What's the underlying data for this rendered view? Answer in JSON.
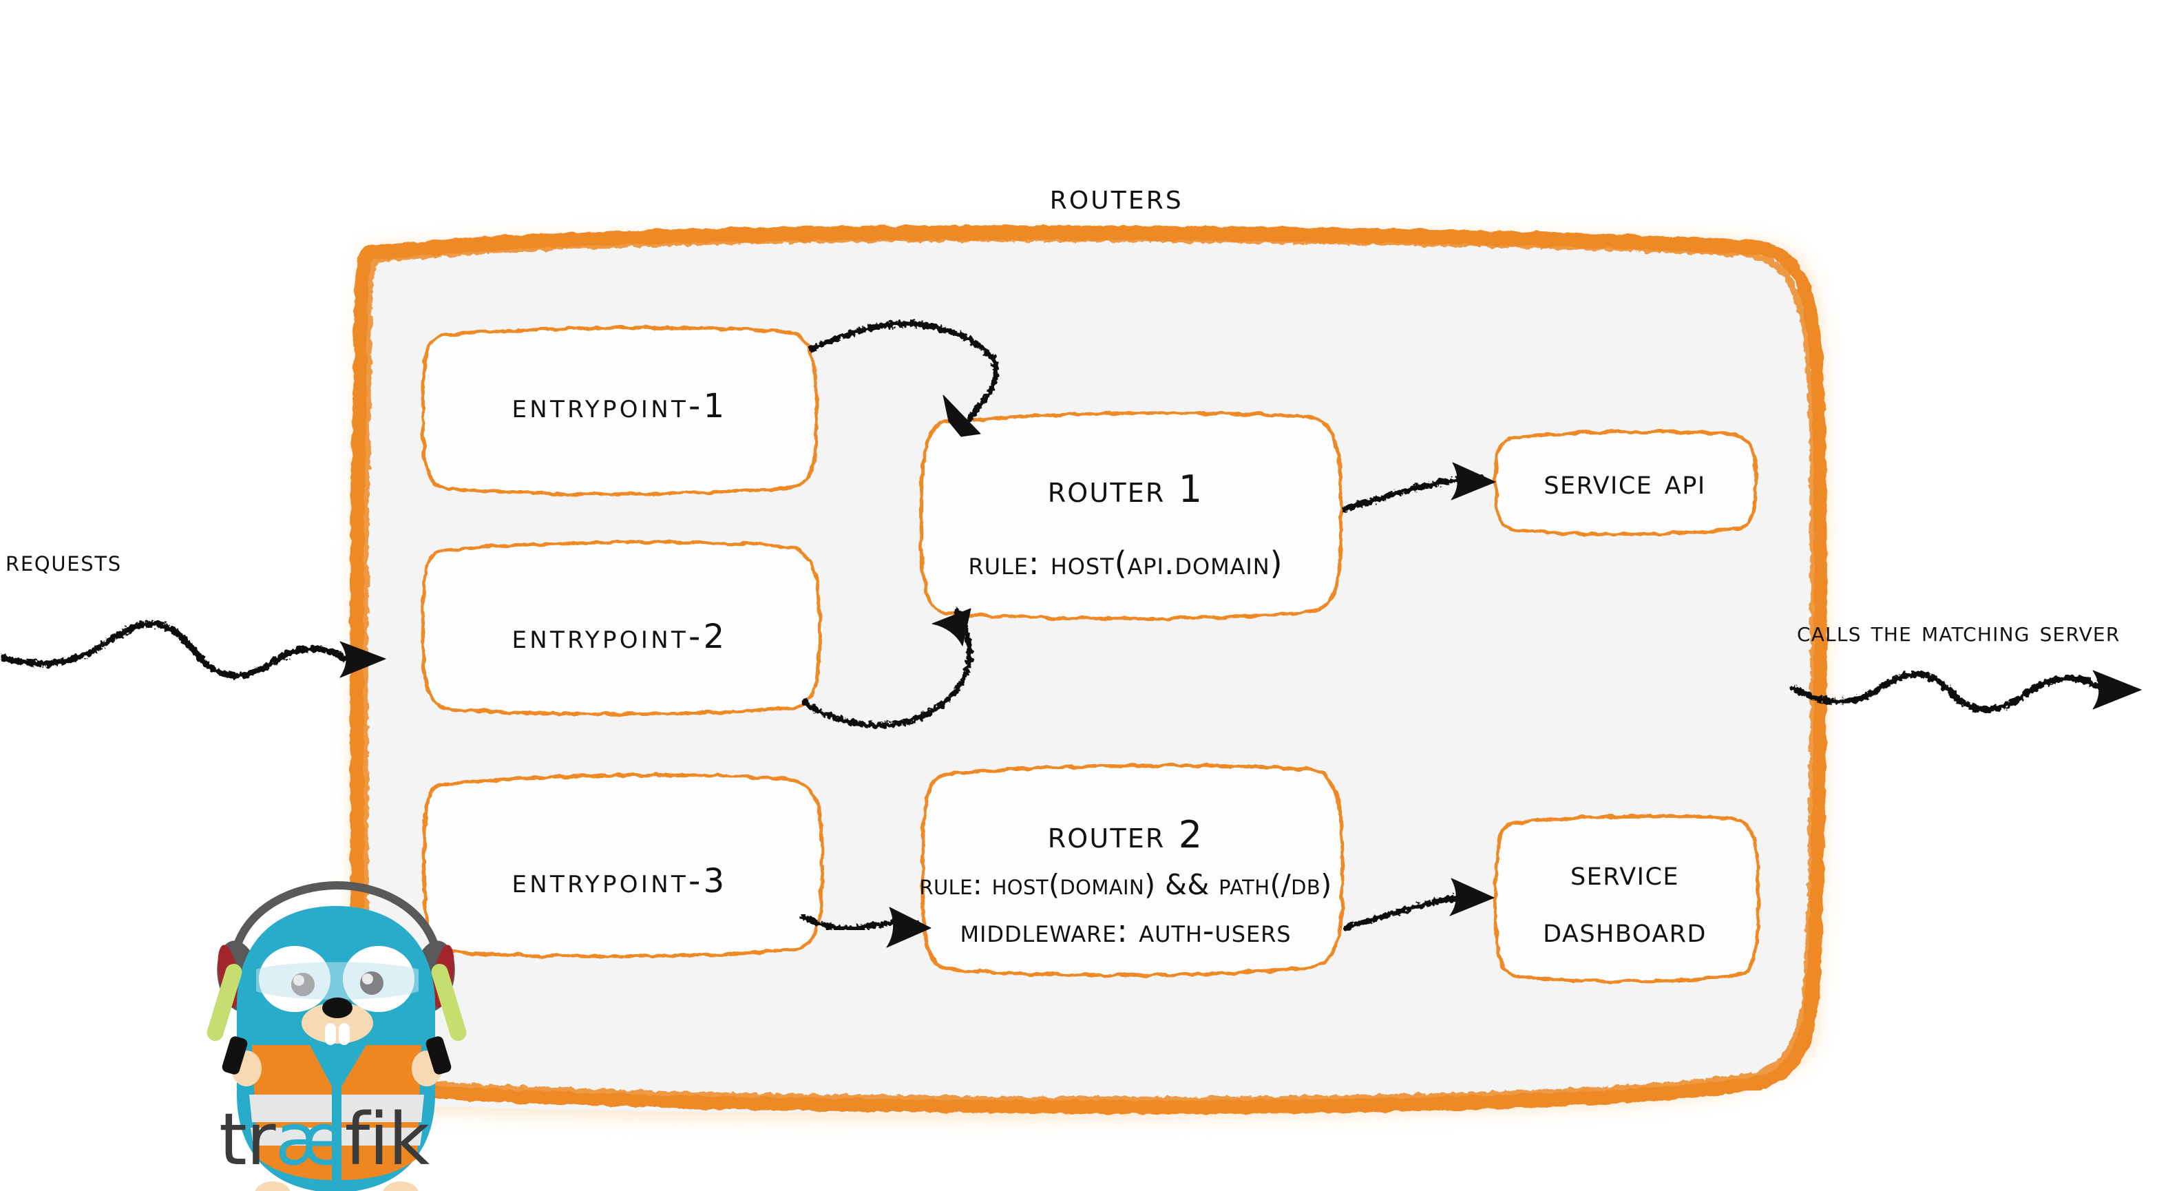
{
  "diagram": {
    "title": "Routers",
    "background_color": "#ffffff",
    "container": {
      "name": "routers-container",
      "fill": "#f4f4f4",
      "stroke": "#ee8a26"
    },
    "accent_color": "#ee8a26",
    "ink_color": "#111111"
  },
  "labels": {
    "requests": "Requests",
    "calls": "Calls the matching server"
  },
  "entrypoints": [
    {
      "id": "entrypoint-1",
      "label": "entrypoint-1"
    },
    {
      "id": "entrypoint-2",
      "label": "entrypoint-2"
    },
    {
      "id": "entrypoint-3",
      "label": "entrypoint-3"
    }
  ],
  "routers": [
    {
      "id": "router-1",
      "title": "Router 1",
      "rule": "rule: Host(api.domain)",
      "middleware": ""
    },
    {
      "id": "router-2",
      "title": "Router 2",
      "rule": "rule: Host(domain) && Path(/db)",
      "middleware": "Middleware: auth-users"
    }
  ],
  "services": [
    {
      "id": "service-api",
      "line1": "Service API",
      "line2": ""
    },
    {
      "id": "service-dashboard",
      "line1": "Service",
      "line2": "Dashboard"
    }
  ],
  "logo": {
    "name": "traefik-logo",
    "wordmark_prefix": "tr",
    "wordmark_ae": "æ",
    "wordmark_suffix": "fik",
    "colors": {
      "body": "#29abca",
      "vest": "#ee8722",
      "vest_stripe": "#e6e7e8",
      "headphone": "#58595b",
      "headphone_cup": "#a3262c",
      "wand": "#c6dd70",
      "snout": "#f7d9b4",
      "wordmark_dark": "#3b3b3d",
      "wordmark_accent": "#29abca"
    }
  }
}
